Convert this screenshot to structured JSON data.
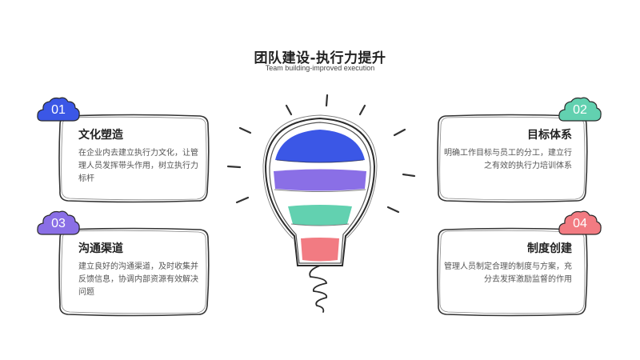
{
  "header": {
    "title": "团队建设-执行力提升",
    "subtitle": "Team building-improved execution"
  },
  "colors": {
    "blue": "#3b57e6",
    "purple": "#8a6fe6",
    "green": "#62d1b0",
    "red": "#f27b82",
    "outline": "#333333"
  },
  "cards": [
    {
      "number": "01",
      "title": "文化塑造",
      "text": "在企业内去建立执行力文化，让管理人员发挥带头作用，树立执行力标杆",
      "color": "#3b57e6"
    },
    {
      "number": "02",
      "title": "目标体系",
      "text": "明确工作目标与员工的分工，建立行之有效的执行力培训体系",
      "color": "#62d1b0"
    },
    {
      "number": "03",
      "title": "沟通渠道",
      "text": "建立良好的沟通渠道，及时收集并反馈信息，协调内部资源有效解决问题",
      "color": "#8a6fe6"
    },
    {
      "number": "04",
      "title": "制度创建",
      "text": "管理人员制定合理的制度与方案，充分去发挥激励监督的作用",
      "color": "#f27b82"
    }
  ]
}
